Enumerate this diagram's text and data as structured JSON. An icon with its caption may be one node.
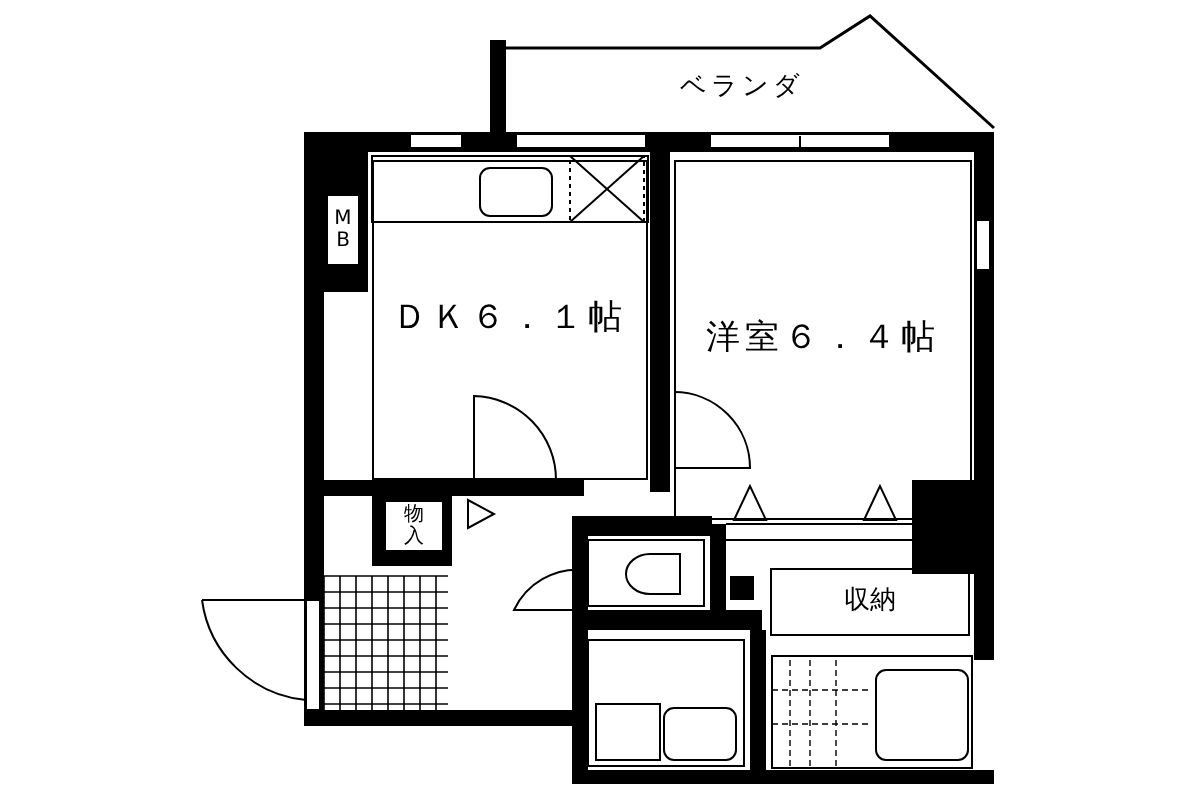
{
  "diagram": {
    "nodes": [
      {
        "text": [
          "ベランダ"
        ]
      },
      {
        "text": [
          "MB"
        ]
      },
      {
        "text": [
          "ＤＫ６．１帖"
        ]
      },
      {
        "text": [
          "洋室６．４帖"
        ]
      },
      {
        "text": [
          "物入"
        ]
      },
      {
        "text": [
          "収納"
        ]
      }
    ]
  }
}
